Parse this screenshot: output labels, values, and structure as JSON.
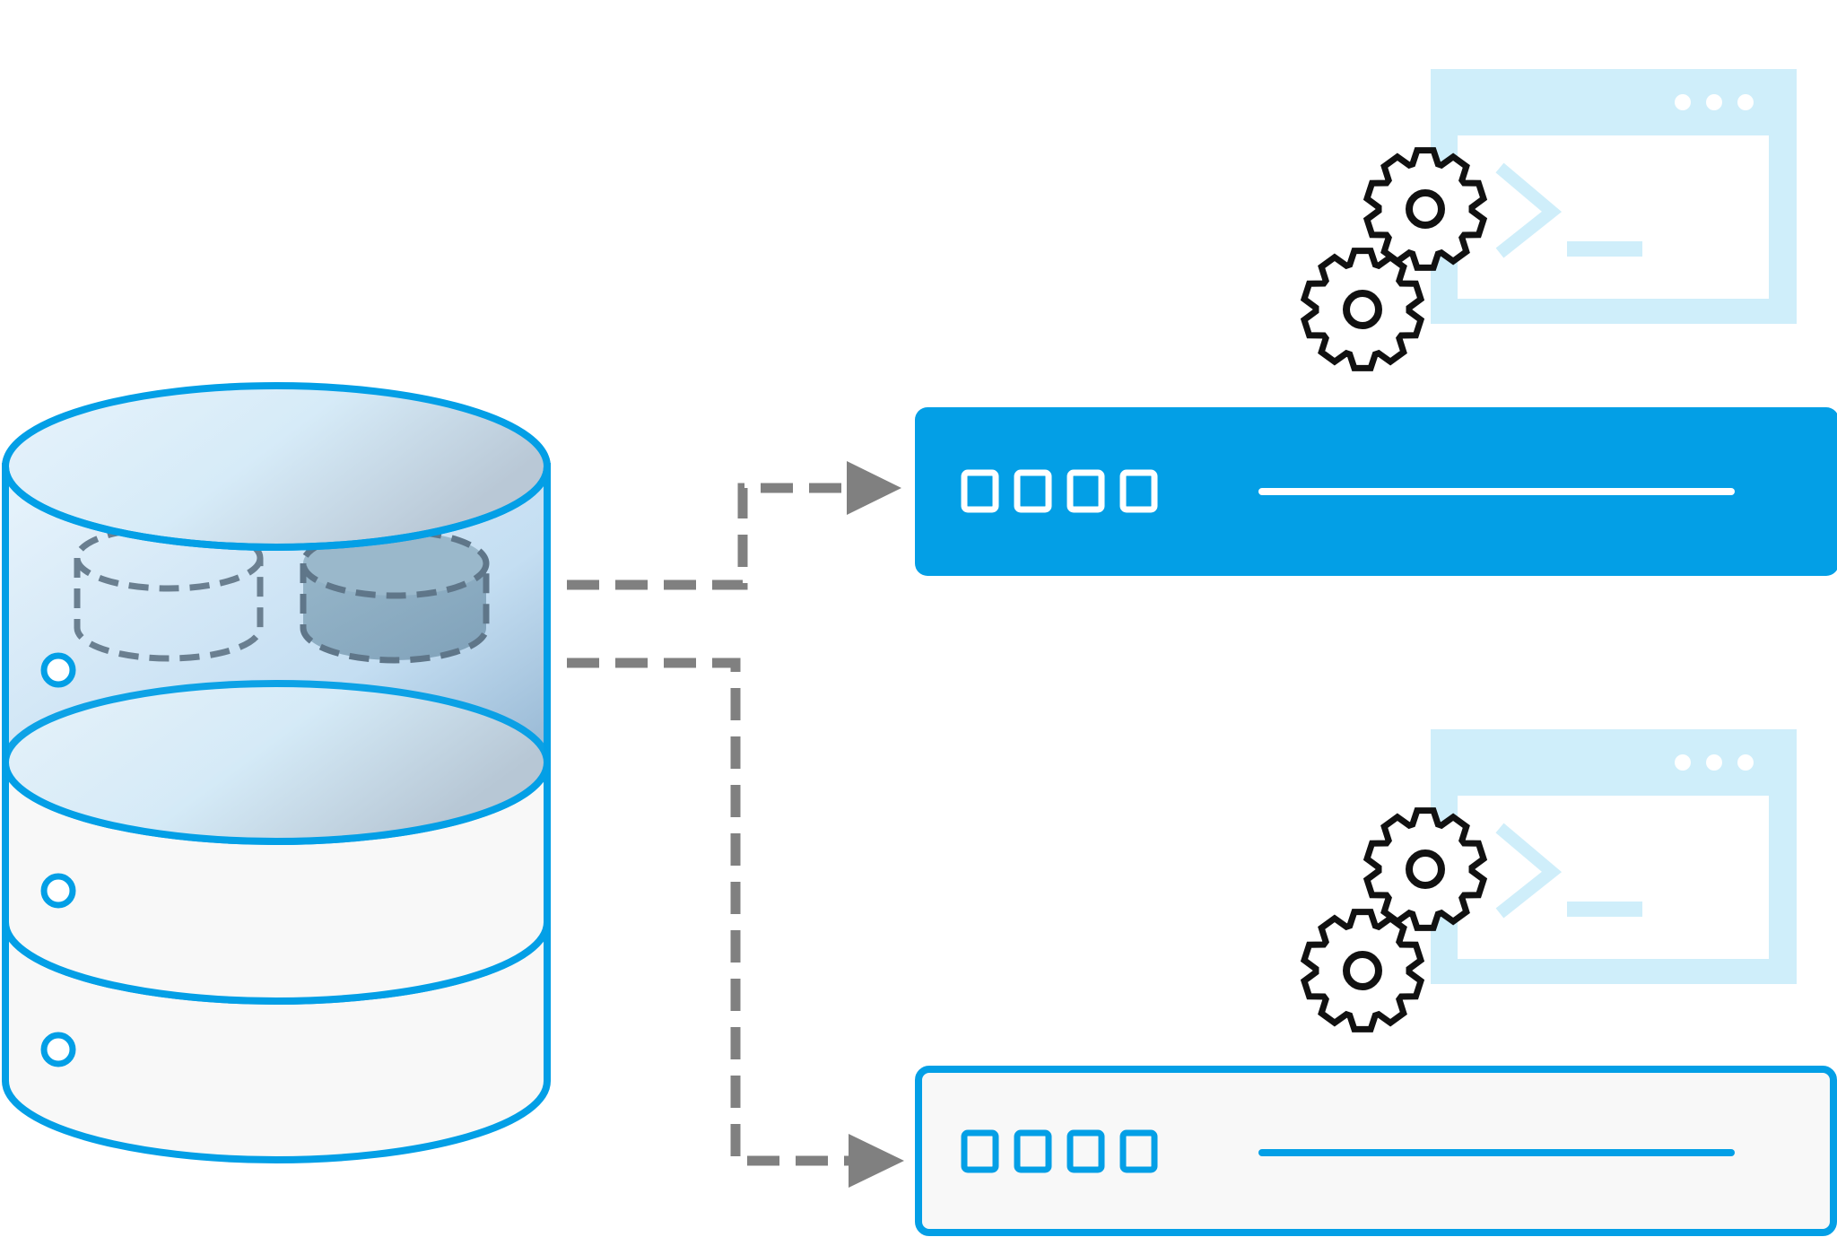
{
  "colors": {
    "accent": "#039fe6",
    "light_accent": "#cfeefa",
    "connector": "#808080",
    "inner_db_stroke": "#6a7f90",
    "gear": "#111111",
    "panel_fill": "#f8f8f8",
    "background": "#ffffff"
  },
  "database": {
    "icon": "database-cylinder-icon",
    "sections": 3,
    "inner_databases": [
      "db-outline-icon",
      "db-filled-icon"
    ]
  },
  "servers": [
    {
      "name": "server-primary",
      "style": "filled",
      "status_squares": 4,
      "icon": "terminal-window-icon"
    },
    {
      "name": "server-secondary",
      "style": "outline",
      "status_squares": 4,
      "icon": "terminal-window-icon"
    }
  ],
  "connectors": [
    {
      "from": "database",
      "to": "server-primary",
      "style": "dashed-arrow"
    },
    {
      "from": "database",
      "to": "server-secondary",
      "style": "dashed-arrow"
    }
  ]
}
